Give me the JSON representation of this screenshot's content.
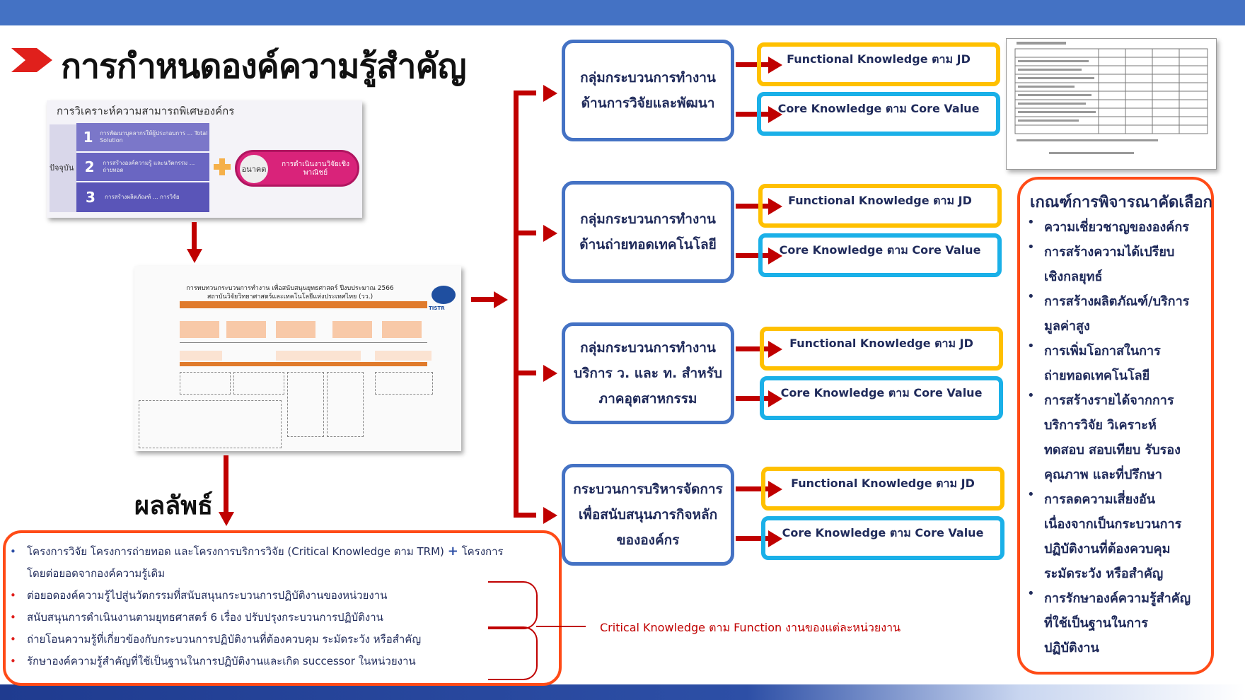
{
  "header": {
    "title": "การกำหนดองค์ความรู้สำคัญ",
    "colors": {
      "topbar": "#4472c4",
      "arrow": "#c00000",
      "accent_red": "#ff4b17",
      "func_border": "#ffc000",
      "core_border": "#1ab0e8"
    }
  },
  "competency_image": {
    "title": "การวิเคราะห์ความสามารถพิเศษองค์กร",
    "side_label": "ปัจจุบัน",
    "rows": [
      {
        "num": "1",
        "text": "การพัฒนาบุคลากรให้ผู้ประกอบการ ... Total Solution"
      },
      {
        "num": "2",
        "text": "การสร้างองค์ความรู้ และนวัตกรรม ... ถ่ายทอด"
      },
      {
        "num": "3",
        "text": "การสร้างผลิตภัณฑ์ ... การวิจัย"
      }
    ],
    "future_small": "อนาคต",
    "future_text": "การดำเนินงานวิจัยเชิงพาณิชย์"
  },
  "strategy_image": {
    "title_line1": "การทบทวนกระบวนการทำงาน เพื่อสนับสนุนยุทธศาสตร์ ปีงบประมาณ 2566",
    "title_line2": "สถาบันวิจัยวิทยาศาสตร์และเทคโนโลยีแห่งประเทศไทย (วว.)",
    "logo_text": "TISTR"
  },
  "groups": [
    {
      "line1": "กลุ่มกระบวนการทำงาน",
      "line2": "ด้านการวิจัยและพัฒนา",
      "line3": ""
    },
    {
      "line1": "กลุ่มกระบวนการทำงาน",
      "line2": "ด้านถ่ายทอดเทคโนโลยี",
      "line3": ""
    },
    {
      "line1": "กลุ่มกระบวนการทำงาน",
      "line2": "บริการ ว. และ ท. สำหรับ",
      "line3": "ภาคอุตสาหกรรม"
    },
    {
      "line1": "กระบวนการบริหารจัดการ",
      "line2": "เพื่อสนับสนุนภารกิจหลัก",
      "line3": "ขององค์กร"
    }
  ],
  "knowledge": {
    "functional": "Functional Knowledge ตาม JD",
    "core": "Core Knowledge ตาม Core Value"
  },
  "criteria": {
    "title": "เกณฑ์การพิจารณาคัดเลือก",
    "items": [
      {
        "line1": "ความเชี่ยวชาญขององค์กร",
        "line2": "",
        "line3": "",
        "line4": ""
      },
      {
        "line1": "การสร้างความได้เปรียบ",
        "line2": "เชิงกลยุทธ์",
        "line3": "",
        "line4": ""
      },
      {
        "line1": "การสร้างผลิตภัณฑ์/บริการ",
        "line2": "มูลค่าสูง",
        "line3": "",
        "line4": ""
      },
      {
        "line1": "การเพิ่มโอกาสในการ",
        "line2": "ถ่ายทอดเทคโนโลยี",
        "line3": "",
        "line4": ""
      },
      {
        "line1": "การสร้างรายได้จากการ",
        "line2": "บริการวิจัย วิเคราะห์",
        "line3": "ทดสอบ สอบเทียบ รับรอง",
        "line4": "คุณภาพ และที่ปรึกษา"
      },
      {
        "line1": "การลดความเสี่ยงอัน",
        "line2": "เนื่องจากเป็นกระบวนการ",
        "line3": "ปฏิบัติงานที่ต้องควบคุม",
        "line4": "ระมัดระวัง หรือสำคัญ"
      },
      {
        "line1": "การรักษาองค์ความรู้สำคัญ",
        "line2": "ที่ใช้เป็นฐานในการ",
        "line3": "ปฏิบัติงาน",
        "line4": ""
      }
    ]
  },
  "results": {
    "label": "ผลลัพธ์",
    "item1_a": "โครงการวิจัย โครงการถ่ายทอด และโครงการบริการวิจัย (Critical Knowledge ตาม TRM)",
    "item1_plus": "+",
    "item1_b": "โครงการ",
    "item1_c": "โดยต่อยอดจากองค์ความรู้เดิม",
    "items": [
      "ต่อยอดองค์ความรู้ไปสู่นวัตกรรมที่สนับสนุนกระบวนการปฏิบัติงานของหน่วยงาน",
      "สนับสนุนการดำเนินงานตามยุทธศาสตร์ 6 เรื่อง ปรับปรุงกระบวนการปฏิบัติงาน",
      "ถ่ายโอนความรู้ที่เกี่ยวข้องกับกระบวนการปฏิบัติงานที่ต้องควบคุม ระมัดระวัง หรือสำคัญ",
      "รักษาองค์ความรู้สำคัญที่ใช้เป็นฐานในการปฏิบัติงานและเกิด successor ในหน่วยงาน"
    ],
    "critical_note": "Critical Knowledge ตาม Function งานของแต่ละหน่วยงาน"
  }
}
